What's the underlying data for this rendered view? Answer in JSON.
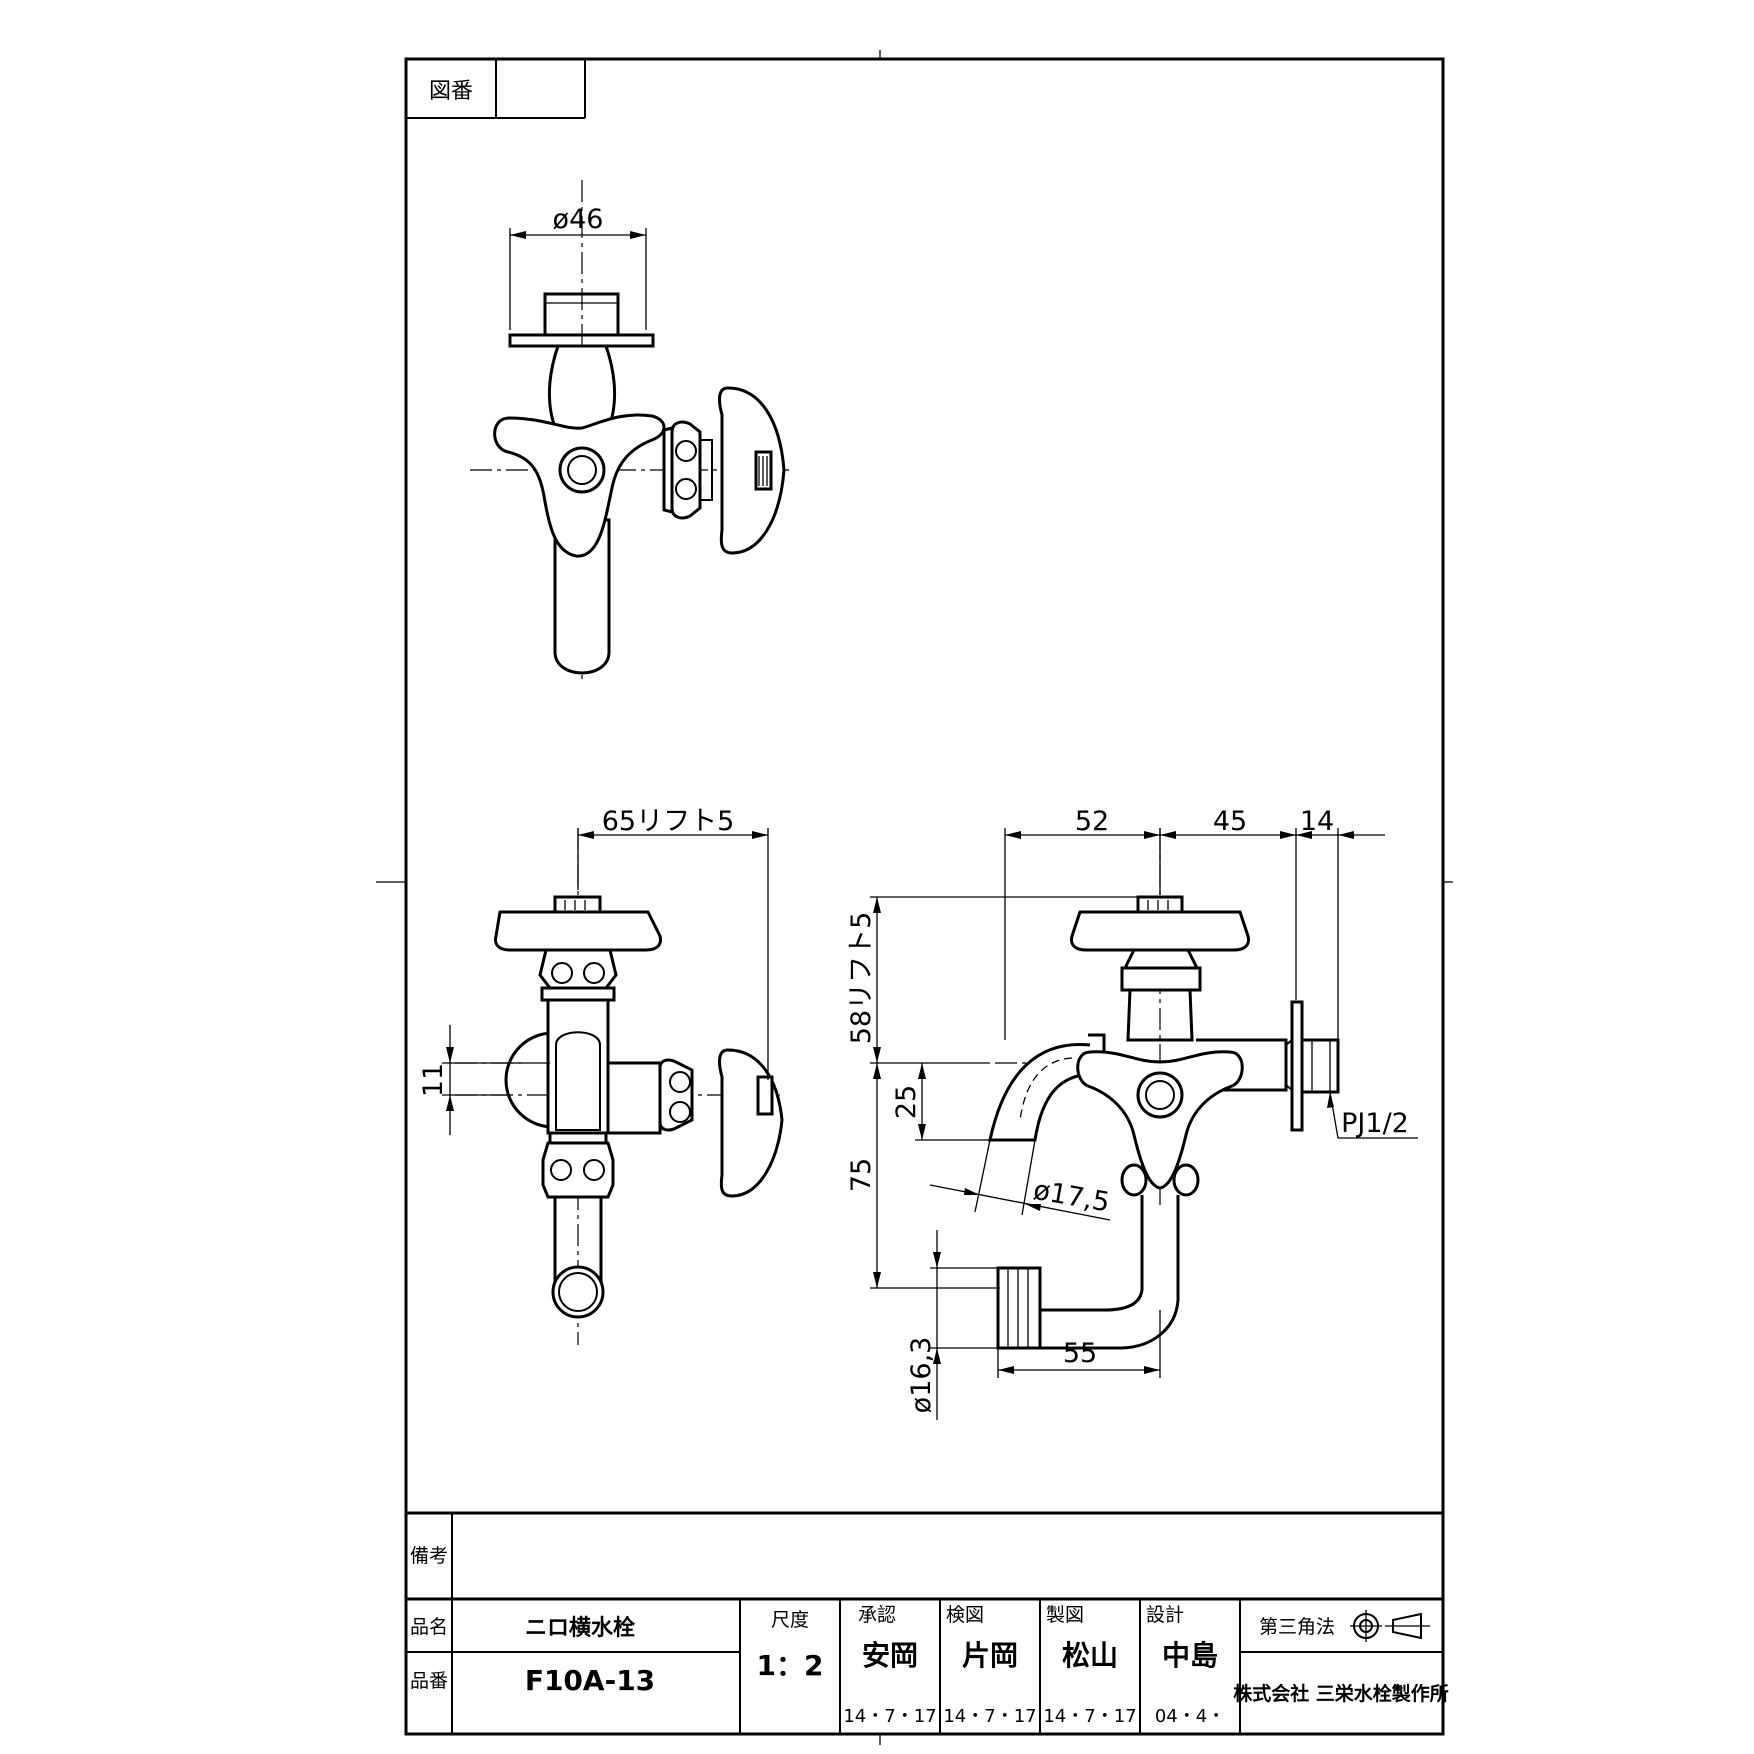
{
  "drawing_number_label": "図番",
  "drawing_number": "",
  "dimensions": {
    "top_width": "ø46",
    "side_width": "65リフト5",
    "side_height_small": "11",
    "front_a": "52",
    "front_b": "45",
    "front_c": "14",
    "front_height_top": "58リフト5",
    "front_25": "25",
    "front_75": "75",
    "dia_outlet": "ø17,5",
    "dia_hose": "ø16,3",
    "hose_length": "55",
    "thread": "PJ1/2"
  },
  "title_block": {
    "remarks_label": "備考",
    "remarks": "",
    "name_label": "品名",
    "name": "ニロ横水栓",
    "part_label": "品番",
    "part_number": "F10A-13",
    "scale_label": "尺度",
    "scale": "1：2",
    "approve_label": "承認",
    "approve_name": "安岡",
    "approve_date": "14・7・17",
    "check_label": "検図",
    "check_name": "片岡",
    "check_date": "14・7・17",
    "draw_label": "製図",
    "draw_name": "松山",
    "draw_date": "14・7・17",
    "design_label": "設計",
    "design_name": "中島",
    "design_date": "04・4・",
    "projection": "第三角法",
    "company": "株式会社 三栄水栓製作所"
  }
}
